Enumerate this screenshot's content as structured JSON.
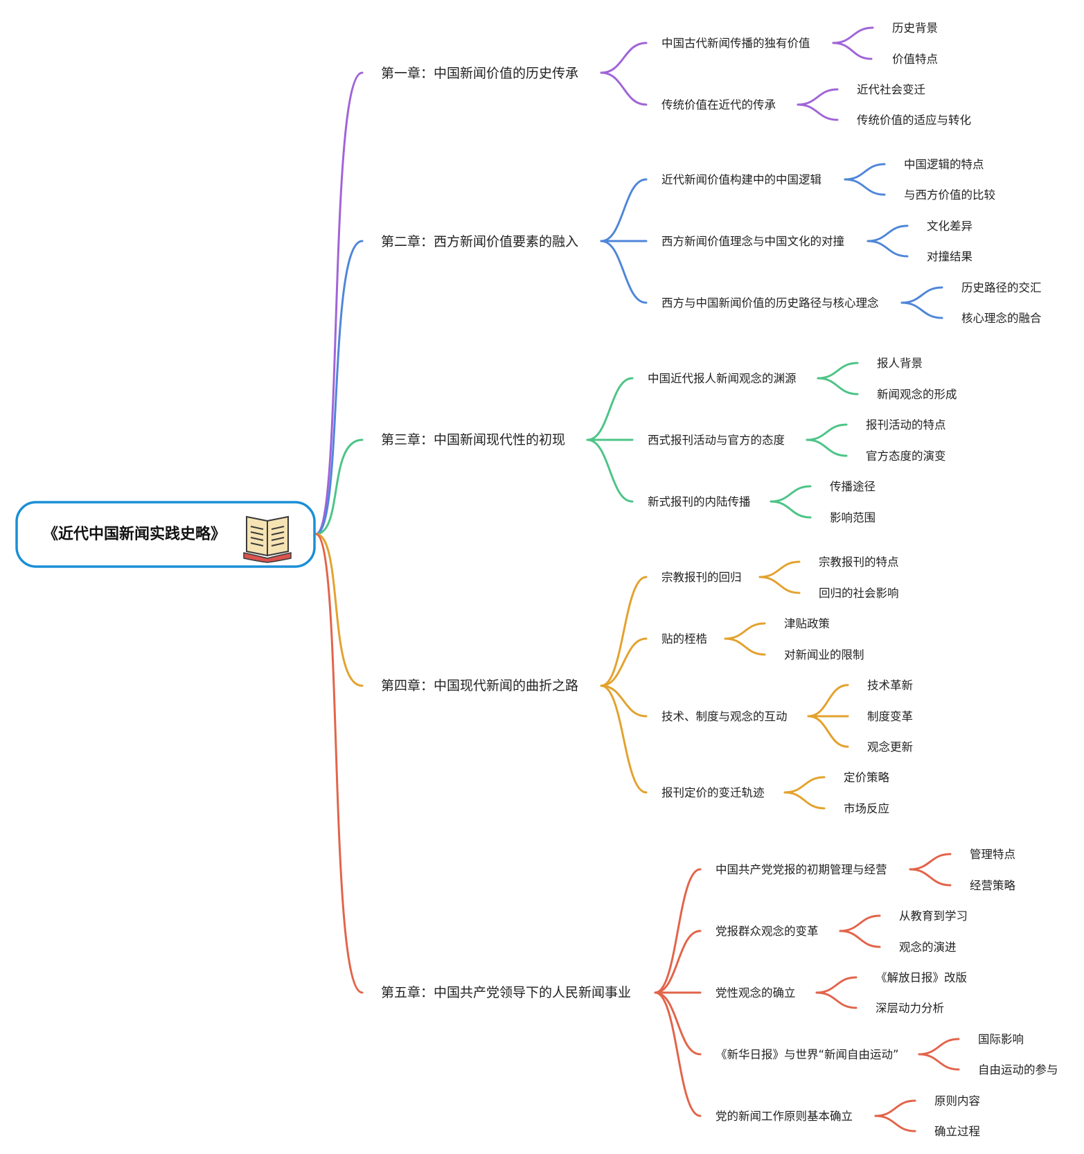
{
  "root": {
    "title": "《近代中国新闻实践史略》",
    "icon": "open-book-icon",
    "border_color": "#1a8fd6"
  },
  "chapters": [
    {
      "title": "第一章：中国新闻价值的历史传承",
      "color": "#a064d8",
      "sections": [
        {
          "title": "中国古代新闻传播的独有价值",
          "items": [
            "历史背景",
            "价值特点"
          ]
        },
        {
          "title": "传统价值在近代的传承",
          "items": [
            "近代社会变迁",
            "传统价值的适应与转化"
          ]
        }
      ]
    },
    {
      "title": "第二章：西方新闻价值要素的融入",
      "color": "#4f86d9",
      "sections": [
        {
          "title": "近代新闻价值构建中的中国逻辑",
          "items": [
            "中国逻辑的特点",
            "与西方价值的比较"
          ]
        },
        {
          "title": "西方新闻价值理念与中国文化的对撞",
          "items": [
            "文化差异",
            "对撞结果"
          ]
        },
        {
          "title": "西方与中国新闻价值的历史路径与核心理念",
          "items": [
            "历史路径的交汇",
            "核心理念的融合"
          ]
        }
      ]
    },
    {
      "title": "第三章：中国新闻现代性的初现",
      "color": "#4dc487",
      "sections": [
        {
          "title": "中国近代报人新闻观念的渊源",
          "items": [
            "报人背景",
            "新闻观念的形成"
          ]
        },
        {
          "title": "西式报刊活动与官方的态度",
          "items": [
            "报刊活动的特点",
            "官方态度的演变"
          ]
        },
        {
          "title": "新式报刊的内陆传播",
          "items": [
            "传播途径",
            "影响范围"
          ]
        }
      ]
    },
    {
      "title": "第四章：中国现代新闻的曲折之路",
      "color": "#e3a22e",
      "sections": [
        {
          "title": "宗教报刊的回归",
          "items": [
            "宗教报刊的特点",
            "回归的社会影响"
          ]
        },
        {
          "title": "贴的桎梏",
          "items": [
            "津贴政策",
            "对新闻业的限制"
          ]
        },
        {
          "title": "技术、制度与观念的互动",
          "items": [
            "技术革新",
            "制度变革",
            "观念更新"
          ]
        },
        {
          "title": "报刊定价的变迁轨迹",
          "items": [
            "定价策略",
            "市场反应"
          ]
        }
      ]
    },
    {
      "title": "第五章：中国共产党领导下的人民新闻事业",
      "color": "#e2644a",
      "sections": [
        {
          "title": "中国共产党党报的初期管理与经营",
          "items": [
            "管理特点",
            "经营策略"
          ]
        },
        {
          "title": "党报群众观念的变革",
          "items": [
            "从教育到学习",
            "观念的演进"
          ]
        },
        {
          "title": "党性观念的确立",
          "items": [
            "《解放日报》改版",
            "深层动力分析"
          ]
        },
        {
          "title": "《新华日报》与世界“新闻自由运动”",
          "items": [
            "国际影响",
            "自由运动的参与"
          ]
        },
        {
          "title": "党的新闻工作原则基本确立",
          "items": [
            "原则内容",
            "确立过程"
          ]
        }
      ]
    }
  ]
}
